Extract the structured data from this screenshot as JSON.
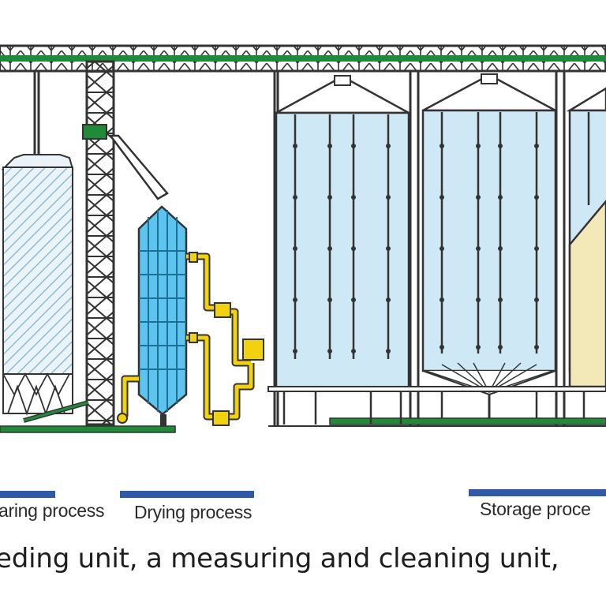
{
  "processes": [
    {
      "label": "aring process"
    },
    {
      "label": "Drying process"
    },
    {
      "label": "Storage proce"
    }
  ],
  "caption": "eding unit, a measuring and cleaning unit,",
  "colors": {
    "silo_blue": "#cfe8f5",
    "dryer_blue": "#5cc4ee",
    "structure": "#333333",
    "conveyor_green": "#1f8a3a",
    "pipe_yellow": "#f2d20f",
    "warehouse_cream": "#f3e9b8",
    "process_bar": "#2f5aa6"
  }
}
